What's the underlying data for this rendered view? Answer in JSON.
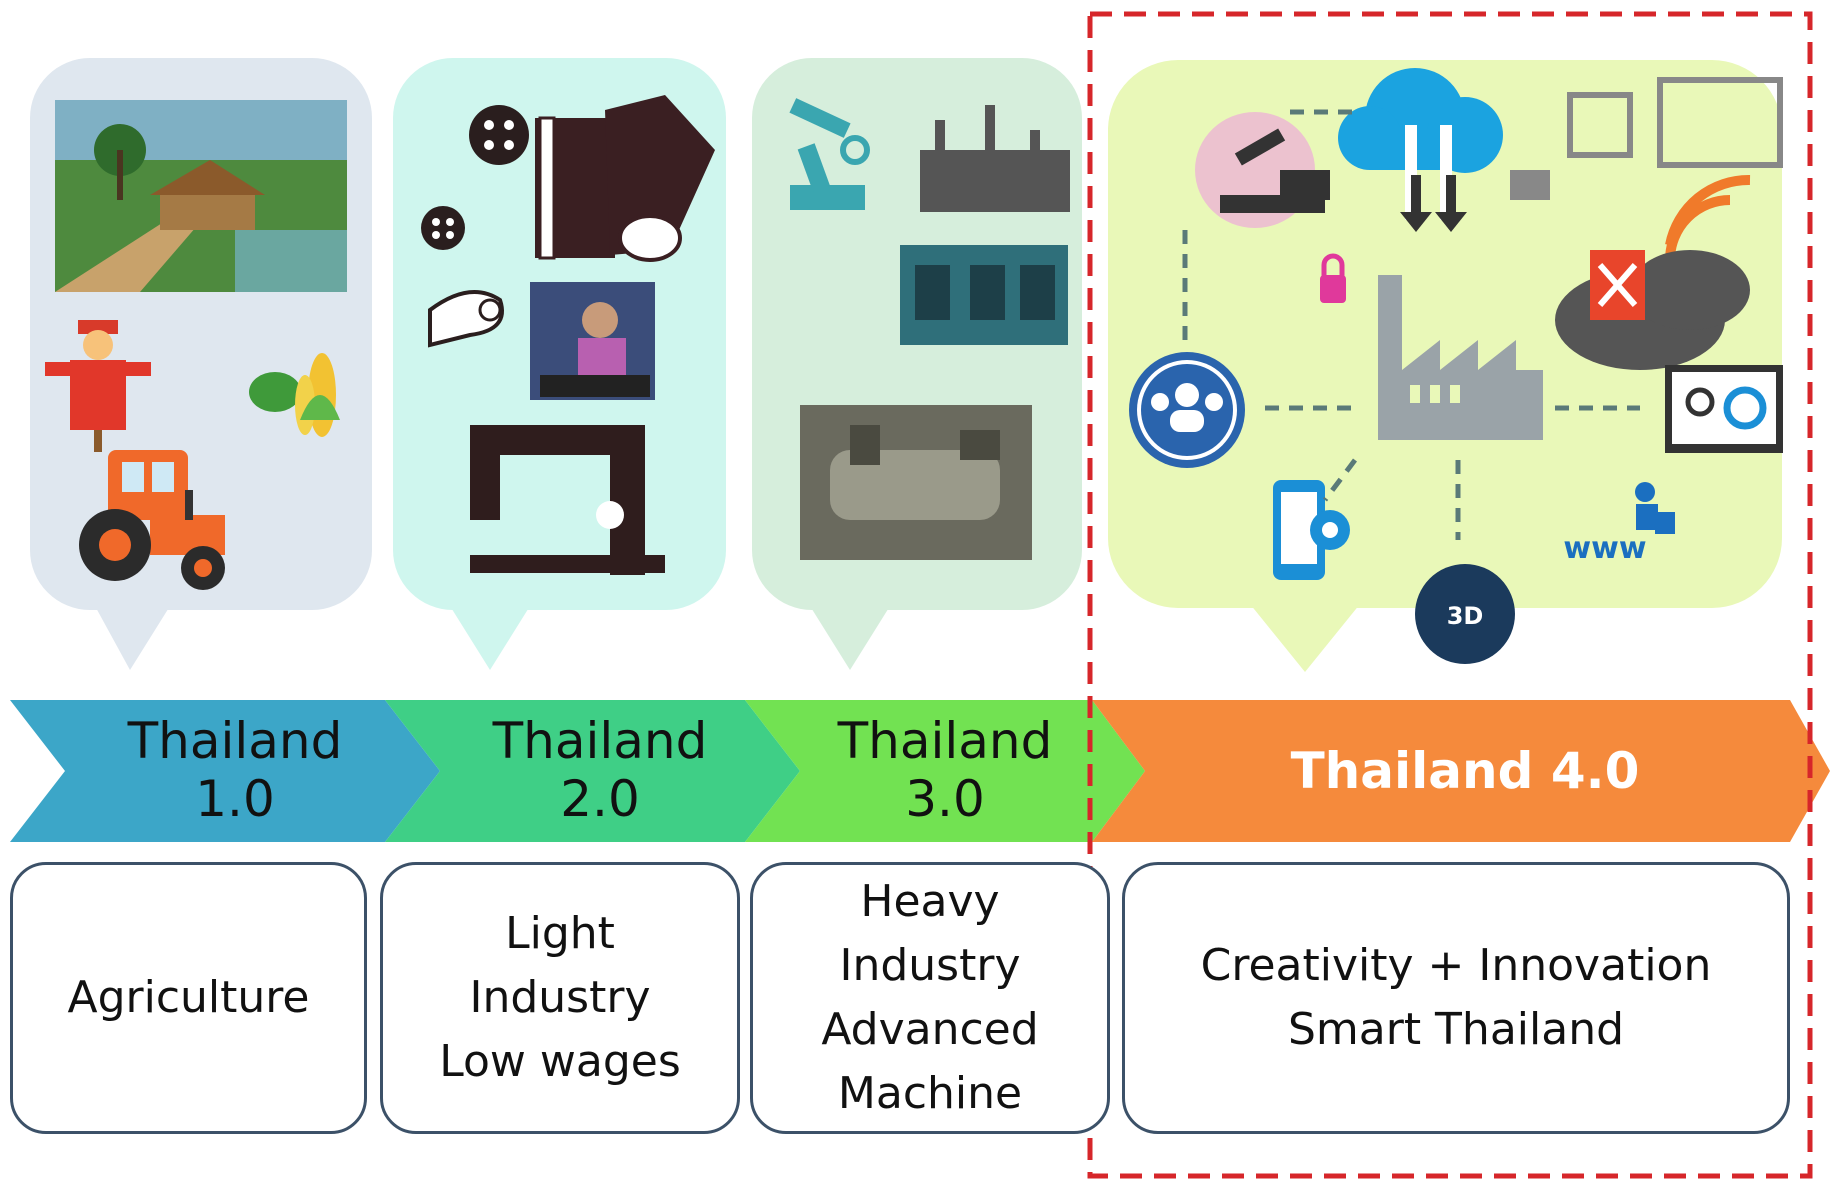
{
  "stages": [
    {
      "title": "Thailand",
      "version": "1.0",
      "description_lines": [
        "Agriculture"
      ]
    },
    {
      "title": "Thailand",
      "version": "2.0",
      "description_lines": [
        "Light",
        "Industry",
        "Low wages"
      ]
    },
    {
      "title": "Thailand",
      "version": "3.0",
      "description_lines": [
        "Heavy",
        "Industry",
        "Advanced",
        "Machine"
      ]
    },
    {
      "title_full": "Thailand 4.0",
      "description_lines": [
        "Creativity + Innovation",
        "Smart Thailand"
      ]
    }
  ],
  "icons": {
    "badge_3d": "3D",
    "www": "www"
  },
  "colors": {
    "arrow_1": "#3ca6c8",
    "arrow_2": "#3fcf86",
    "arrow_3": "#72e252",
    "arrow_4": "#f58a3c",
    "bubble_1": "#dfe7ef",
    "bubble_2": "#cff6ee",
    "bubble_3": "#d6eedc",
    "bubble_4": "#e9f8b8",
    "highlight_border": "#d6262a"
  }
}
